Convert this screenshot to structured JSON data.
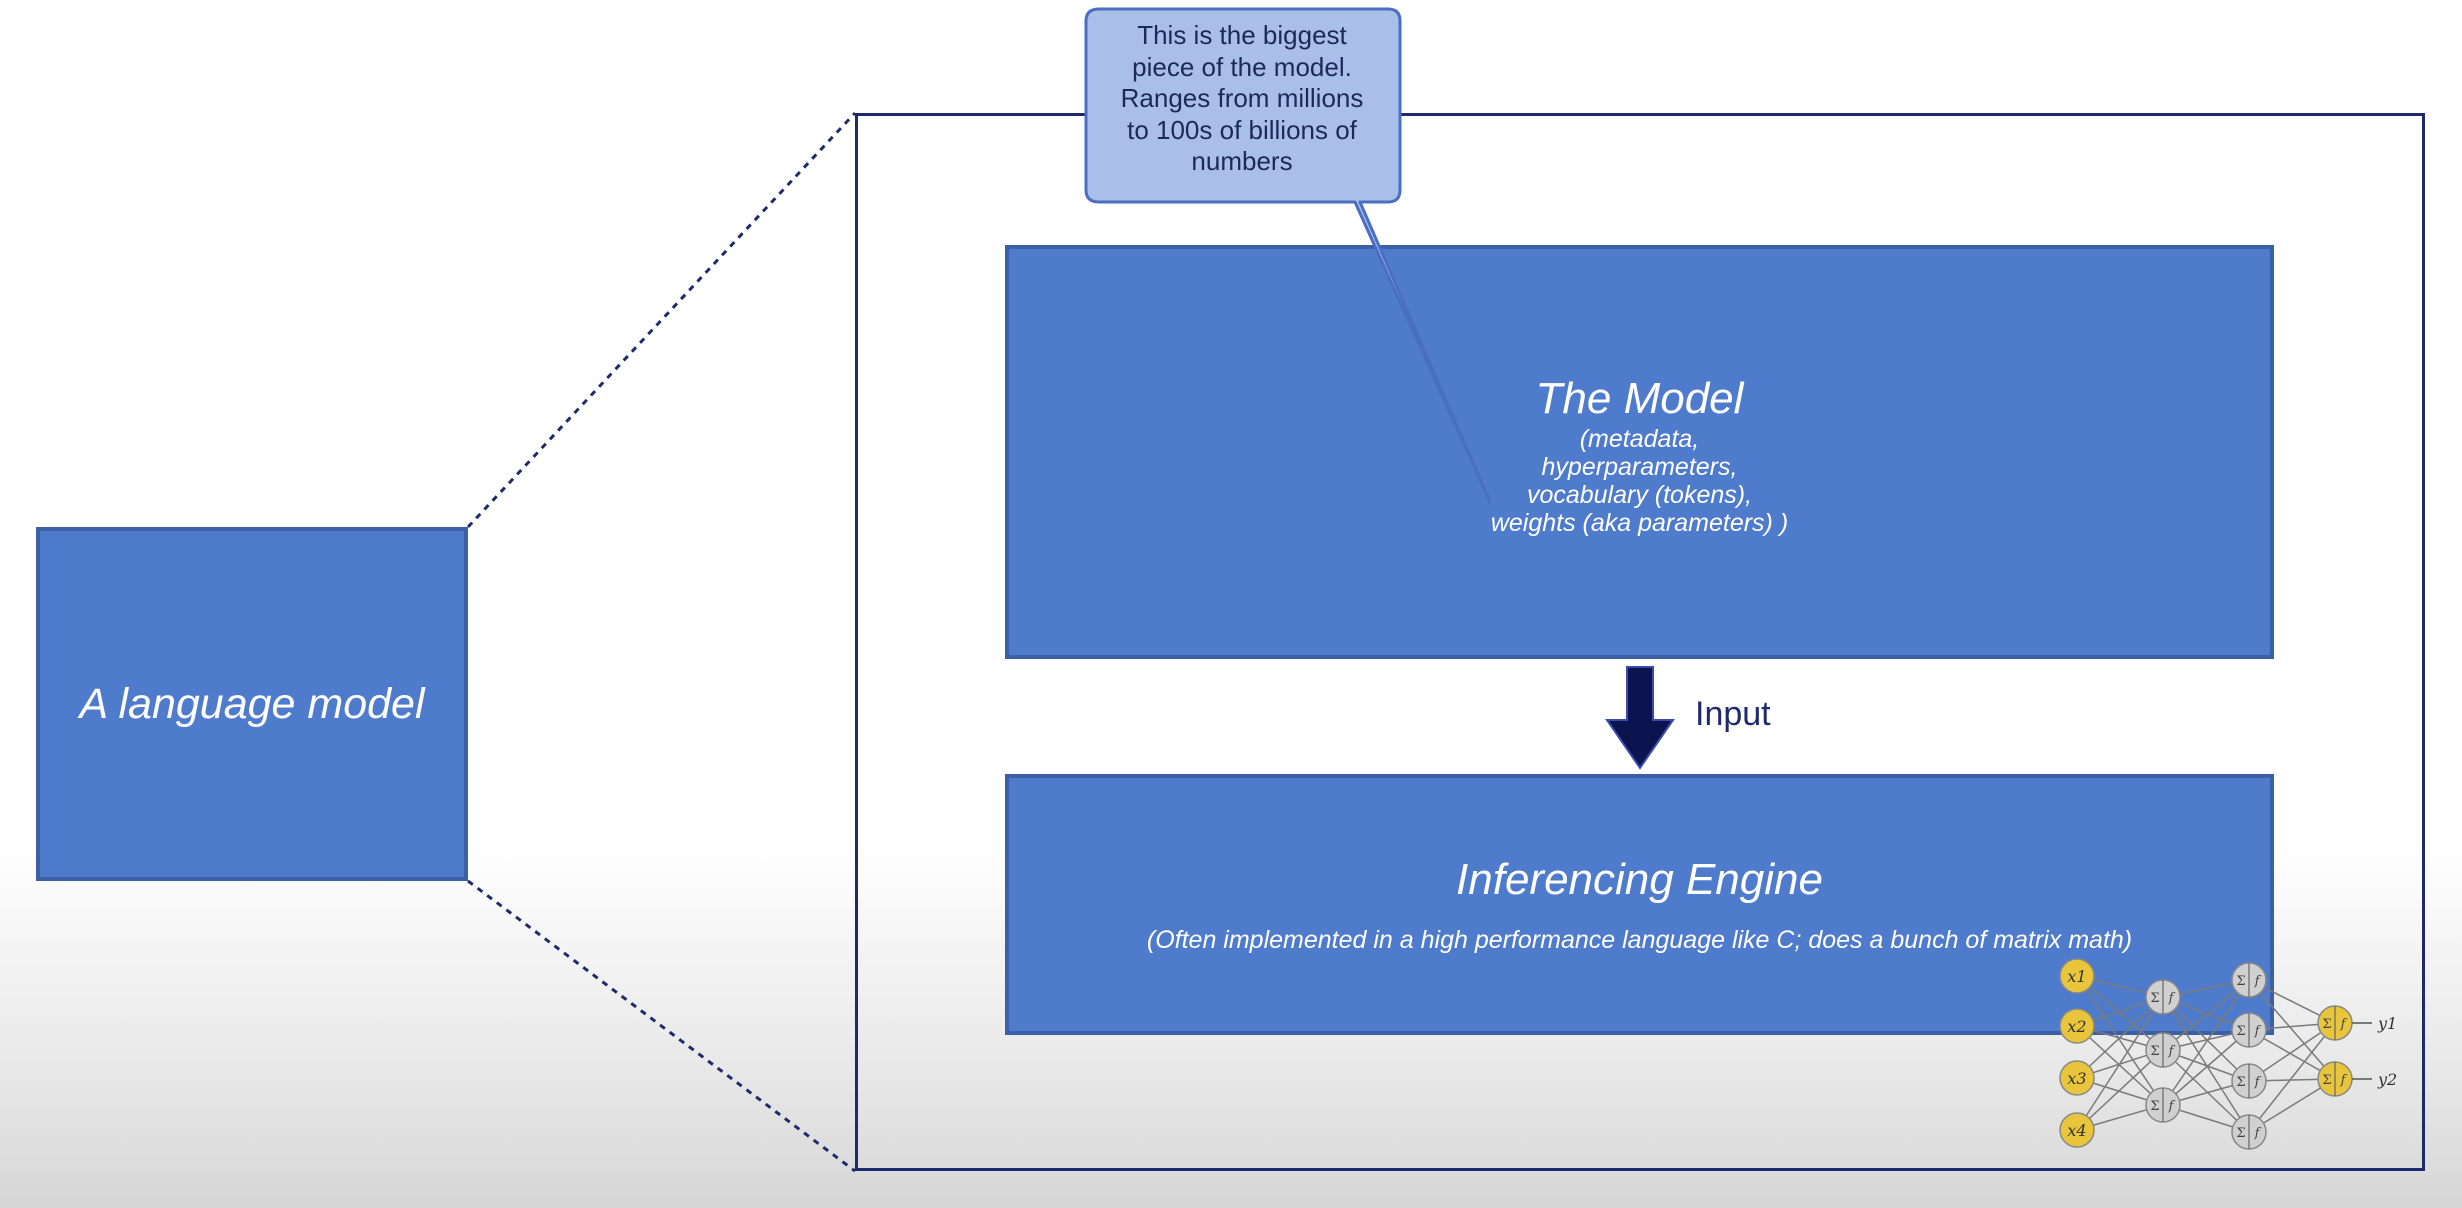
{
  "diagram": {
    "language_model_label": "A language model",
    "model": {
      "title": "The Model",
      "details": [
        "(metadata,",
        "hyperparameters,",
        "vocabulary (tokens),",
        "weights (aka parameters) )"
      ]
    },
    "arrow_label": "Input",
    "engine": {
      "title": "Inferencing Engine",
      "subtitle": "(Often implemented in a high performance language like C; does a bunch of matrix math)"
    },
    "callout": {
      "lines": [
        "This is the biggest",
        "piece of the model.",
        "Ranges from millions",
        "to 100s of billions of",
        "numbers"
      ]
    },
    "neural_net_icon": {
      "inputs": [
        "x1",
        "x2",
        "x3",
        "x4"
      ],
      "outputs": [
        "y1",
        "y2"
      ]
    }
  },
  "colors": {
    "box_fill": "#4f7bcc",
    "box_border": "#3c5fa6",
    "frame_border": "#1f2a6e",
    "callout_fill": "#a9bfea",
    "arrow_fill": "#0c1450",
    "node_input": "#e8c53a",
    "node_hidden": "#d0d0d0"
  }
}
